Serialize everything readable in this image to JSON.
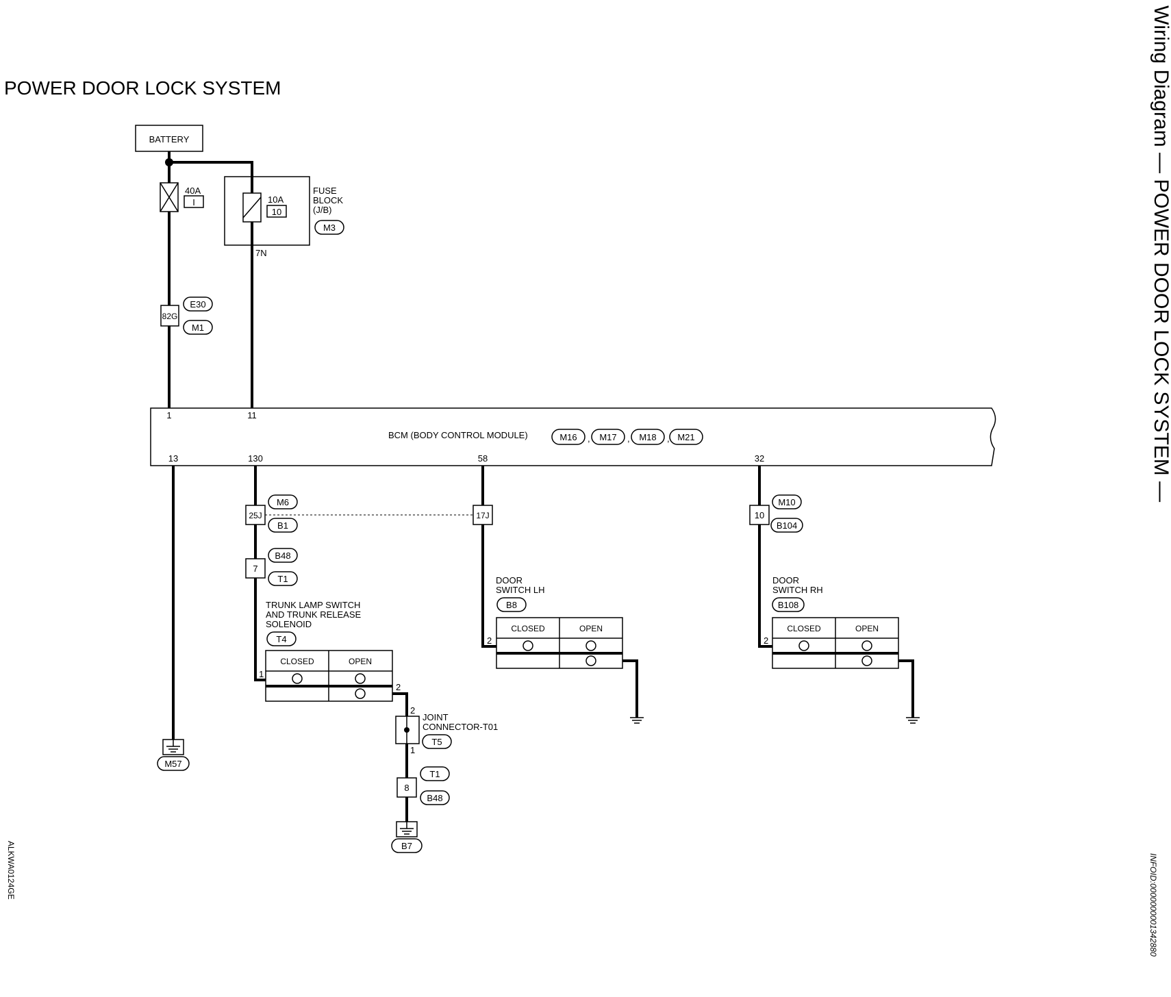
{
  "page_title": "POWER DOOR LOCK SYSTEM",
  "side_title": "Wiring Diagram — POWER DOOR LOCK SYSTEM —",
  "info_id": "INFOID:0000000001342880",
  "figure_id": "ALKWA0124GE",
  "battery": {
    "label": "BATTERY"
  },
  "main_fuse": {
    "rating": "40A",
    "id": "I"
  },
  "fuse_block": {
    "fuse_rating": "10A",
    "fuse_id": "10",
    "label_1": "FUSE",
    "label_2": "BLOCK",
    "label_3": "(J/B)",
    "connector": "M3",
    "terminal": "7N"
  },
  "inline_connector_82g": {
    "terminal": "82G",
    "conn_top": "E30",
    "conn_bottom": "M1"
  },
  "bcm": {
    "label": "BCM (BODY CONTROL MODULE)",
    "connectors": [
      "M16",
      "M17",
      "M18",
      "M21"
    ],
    "sep": ",",
    "pins_top": [
      "1",
      "11"
    ],
    "pins_bottom": [
      "13",
      "130",
      "58",
      "32"
    ]
  },
  "ground_m57": "M57",
  "joint_25j": {
    "terminal": "25J",
    "conn_top": "M6",
    "conn_bottom": "B1"
  },
  "joint_17j": {
    "terminal": "17J"
  },
  "joint_10": {
    "terminal": "10",
    "conn_top": "M10",
    "conn_bottom": "B104"
  },
  "joint_7": {
    "terminal": "7",
    "conn_top": "B48",
    "conn_bottom": "T1"
  },
  "trunk_switch": {
    "label_1": "TRUNK LAMP SWITCH",
    "label_2": "AND TRUNK RELEASE",
    "label_3": "SOLENOID",
    "connector": "T4",
    "col_closed": "CLOSED",
    "col_open": "OPEN",
    "pin_in": "1",
    "pin_out": "2"
  },
  "joint_connector": {
    "label_1": "JOINT",
    "label_2": "CONNECTOR-T01",
    "connector": "T5",
    "pin_top": "2",
    "pin_bottom": "1"
  },
  "joint_8": {
    "terminal": "8",
    "conn_top": "T1",
    "conn_bottom": "B48"
  },
  "ground_b7": "B7",
  "door_switch_lh": {
    "label_1": "DOOR",
    "label_2": "SWITCH LH",
    "connector": "B8",
    "col_closed": "CLOSED",
    "col_open": "OPEN",
    "pin": "2"
  },
  "door_switch_rh": {
    "label_1": "DOOR",
    "label_2": "SWITCH RH",
    "connector": "B108",
    "col_closed": "CLOSED",
    "col_open": "OPEN",
    "pin": "2"
  }
}
